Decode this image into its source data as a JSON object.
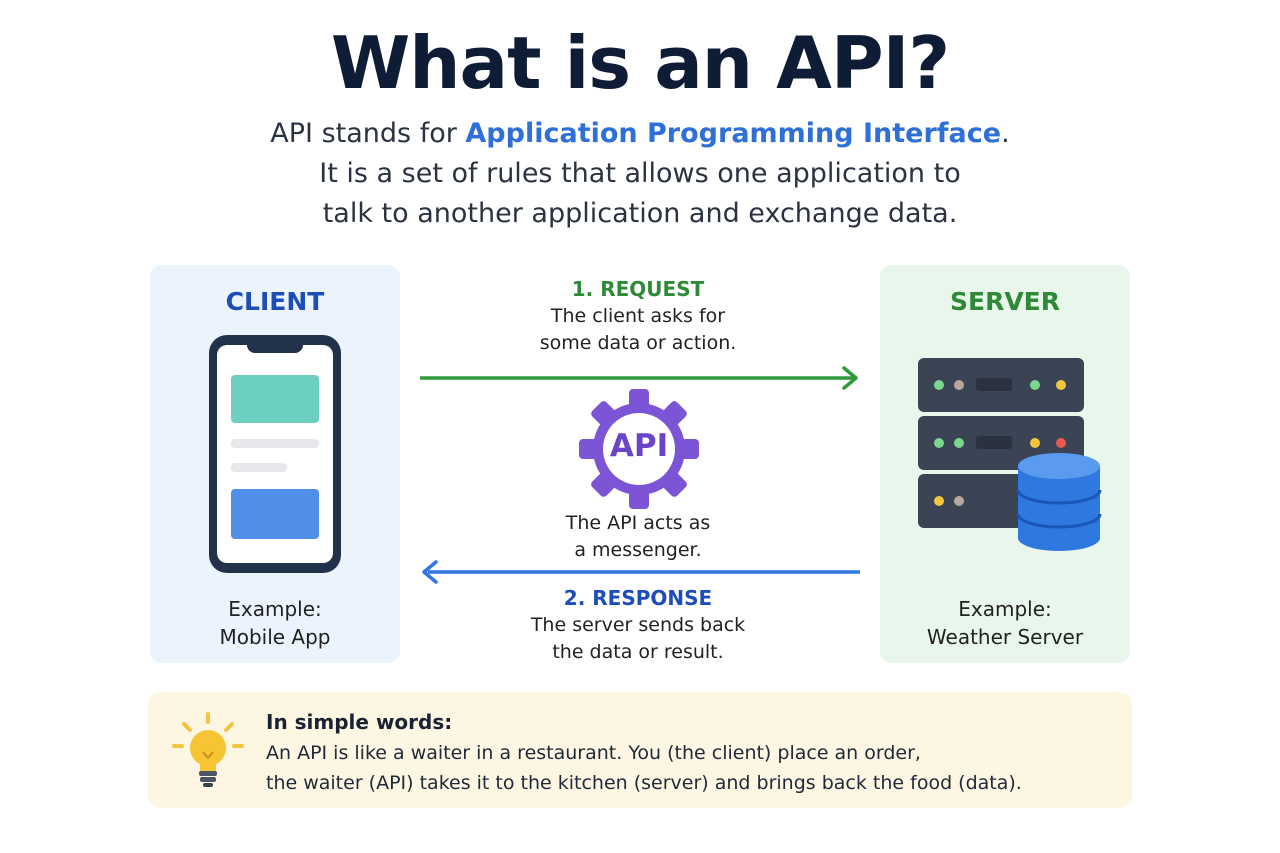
{
  "title": "What is an API?",
  "intro": {
    "line1_prefix": "API stands for ",
    "line1_highlight": "Application Programming Interface",
    "line1_suffix": ".",
    "line2": "It is a set of rules that allows one application to",
    "line3": "talk to another application and exchange data."
  },
  "client": {
    "title": "CLIENT",
    "example_label": "Example:",
    "example_value": "Mobile App",
    "icon": "smartphone-icon"
  },
  "server": {
    "title": "SERVER",
    "example_label": "Example:",
    "example_value": "Weather Server",
    "icon": "server-database-icon"
  },
  "request": {
    "label": "1. REQUEST",
    "line1": "The client asks for",
    "line2": "some data or action."
  },
  "api": {
    "badge": "API",
    "line1": "The API acts as",
    "line2": "a messenger.",
    "icon": "gear-icon"
  },
  "response": {
    "label": "2. RESPONSE",
    "line1": "The server sends back",
    "line2": "the data or result."
  },
  "tip": {
    "title": "In simple words:",
    "line1": "An API is like a waiter in a restaurant. You (the client) place an order,",
    "line2": "the waiter (API) takes it to the kitchen (server) and brings back the food (data).",
    "icon": "lightbulb-icon"
  },
  "colors": {
    "title": "#0f1c35",
    "accent_blue": "#2f6fd8",
    "client_panel": "#ebf4fd",
    "server_panel": "#e9f6ec",
    "request_green": "#2e9a3a",
    "response_blue": "#2f78e0",
    "api_purple": "#7b55d6",
    "tip_background": "#fdf6e3"
  }
}
